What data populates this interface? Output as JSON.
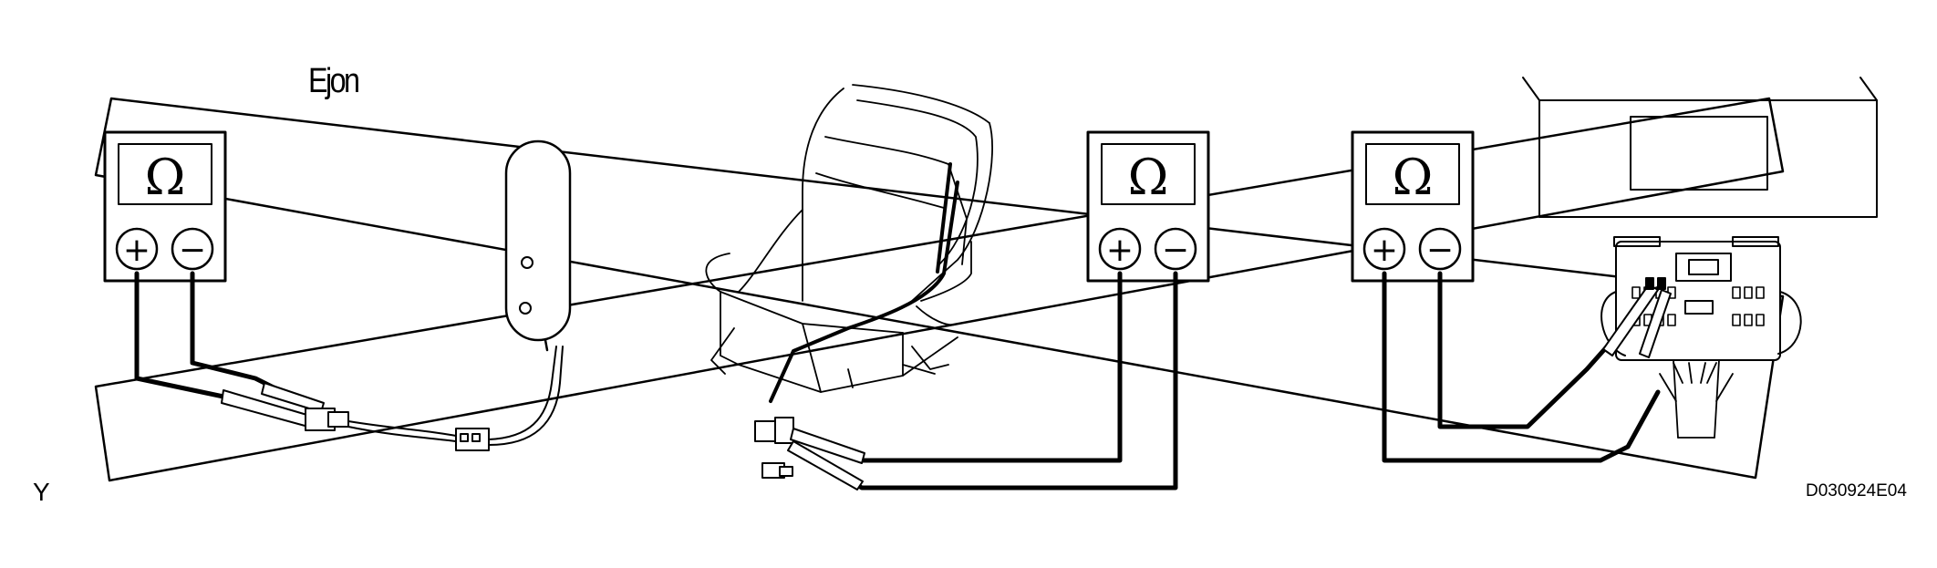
{
  "figure": {
    "title": "Ejon",
    "corner_tag": "Y",
    "code": "D030924E04"
  },
  "meters": [
    {
      "symbol": "Ω",
      "plus": "+",
      "minus": "−"
    },
    {
      "symbol": "Ω",
      "plus": "+",
      "minus": "−"
    },
    {
      "symbol": "Ω",
      "plus": "+",
      "minus": "−"
    }
  ],
  "colors": {
    "ink": "#000000",
    "background": "#ffffff"
  }
}
